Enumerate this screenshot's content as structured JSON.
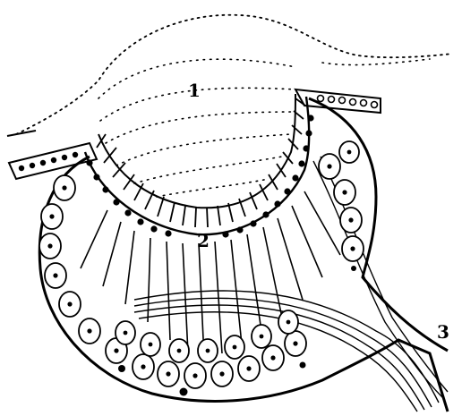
{
  "figure": {
    "labels": [
      {
        "id": "1",
        "text": "1"
      },
      {
        "id": "2",
        "text": "2"
      },
      {
        "id": "3",
        "text": "3"
      }
    ],
    "colors": {
      "ink": "#000000",
      "paper": "#ffffff"
    }
  }
}
